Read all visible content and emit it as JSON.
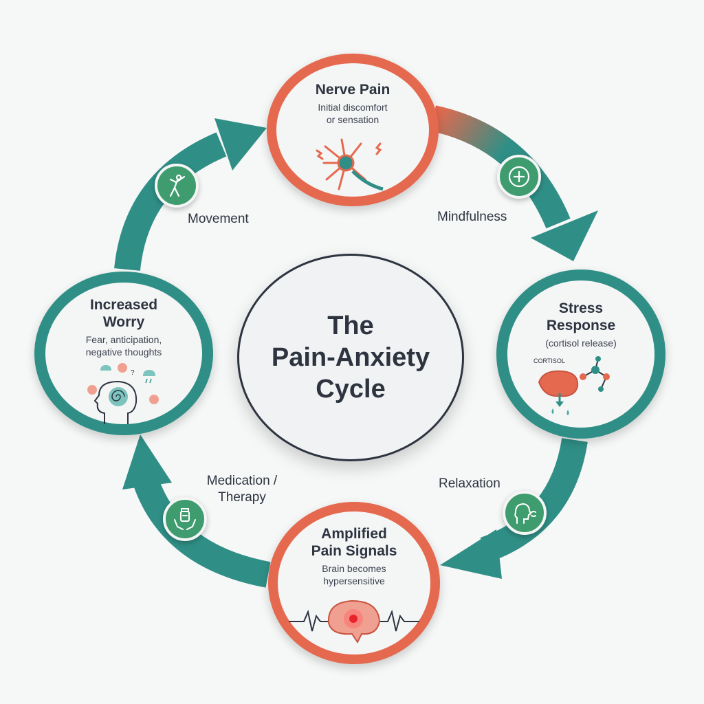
{
  "center": {
    "line1": "The",
    "line2": "Pain-Anxiety",
    "line3": "Cycle"
  },
  "nodes": {
    "nerve_pain": {
      "title": "Nerve Pain",
      "sub1": "Initial discomfort",
      "sub2": "or sensation"
    },
    "stress_response": {
      "title1": "Stress",
      "title2": "Response",
      "sub": "(cortisol release)",
      "icon_label": "CORTISOL"
    },
    "amplified": {
      "title1": "Amplified",
      "title2": "Pain Signals",
      "sub1": "Brain becomes",
      "sub2": "hypersensitive"
    },
    "worry": {
      "title1": "Increased",
      "title2": "Worry",
      "sub1": "Fear, anticipation,",
      "sub2": "negative thoughts"
    }
  },
  "interventions": {
    "movement": {
      "label": "Movement",
      "icon": "stretching-person-icon"
    },
    "mindfulness": {
      "label": "Mindfulness",
      "icon": "plus-circle-icon"
    },
    "relaxation": {
      "label": "Relaxation",
      "icon": "breathing-head-icon"
    },
    "medication": {
      "label1": "Medication /",
      "label2": "Therapy",
      "icon": "pill-bottle-hands-icon"
    }
  },
  "colors": {
    "teal": "#2f8f86",
    "coral": "#e5694e",
    "green": "#3f9c6e",
    "dark": "#2d3440",
    "background": "#f6f7f7"
  }
}
